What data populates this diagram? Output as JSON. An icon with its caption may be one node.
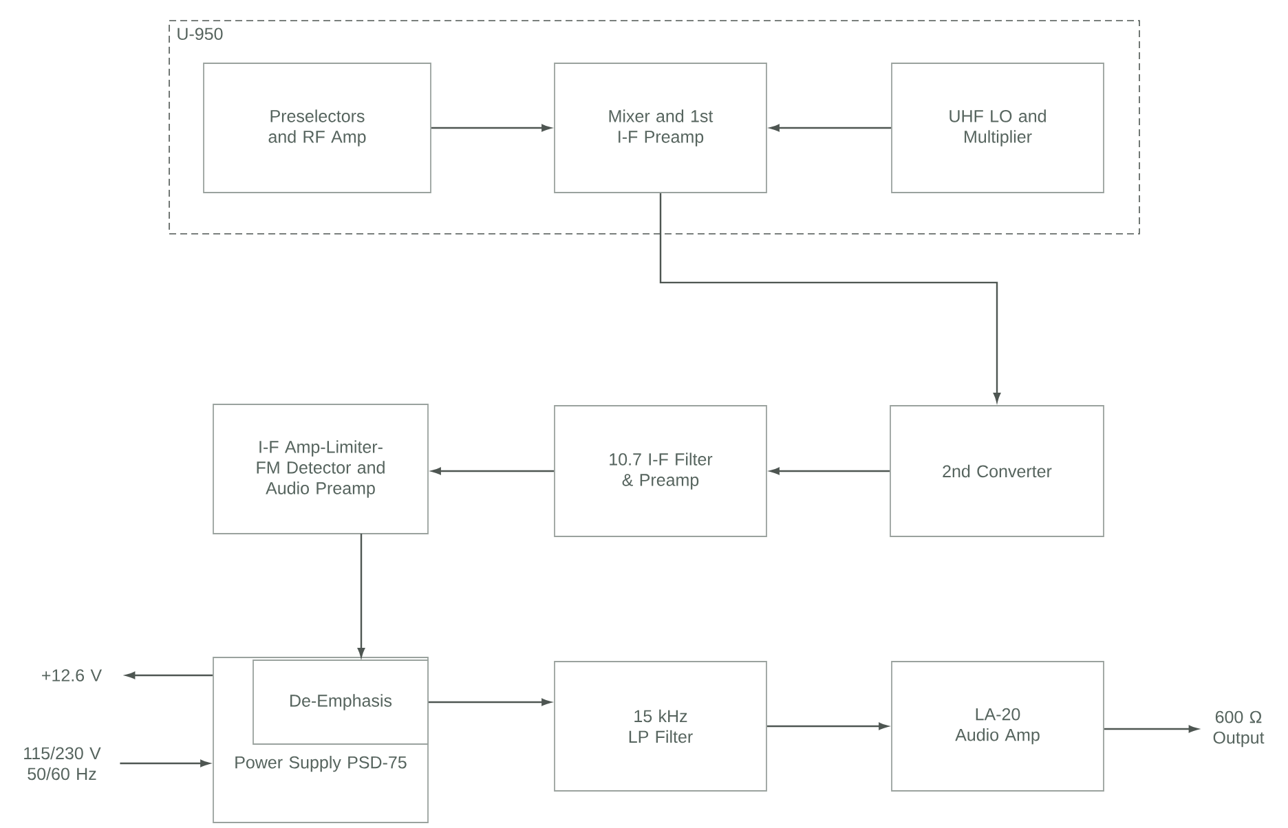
{
  "diagram": {
    "nodes": [
      {
        "text": [
          "U-950"
        ]
      },
      {
        "text": [
          "Preselectors and RF Amp"
        ],
        "in": 0
      },
      {
        "text": [
          "Mixer and 1st I-F Preamp"
        ],
        "in": 0
      },
      {
        "text": [
          "UHF LO and Multiplier"
        ],
        "in": 0
      },
      {
        "text": [
          "2nd Converter"
        ]
      },
      {
        "text": [
          "10.7 I-F Filter & Preamp"
        ]
      },
      {
        "text": [
          "I-F Amp-Limiter-FM Detector and Audio Preamp"
        ]
      },
      {
        "text": [
          "Power Supply PSD-75"
        ]
      },
      {
        "text": [
          "De-Emphasis"
        ],
        "in": 7
      },
      {
        "text": [
          "15 kHz LP Filter"
        ]
      },
      {
        "text": [
          "LA-20 Audio Amp"
        ]
      },
      {
        "text": [
          "+12.6 V"
        ]
      },
      {
        "text": [
          "115/230 V 50/60 Hz"
        ]
      },
      {
        "text": [
          "600 Ω Output"
        ]
      }
    ],
    "edges": [
      {
        "from": 1,
        "to": 2,
        "arrow": "to"
      },
      {
        "from": 3,
        "to": 2,
        "arrow": "to"
      },
      {
        "from": 2,
        "to": 4,
        "arrow": "to"
      },
      {
        "from": 4,
        "to": 5,
        "arrow": "to"
      },
      {
        "from": 5,
        "to": 6,
        "arrow": "to"
      },
      {
        "from": 6,
        "to": 8,
        "arrow": "to"
      },
      {
        "from": 8,
        "to": 9,
        "arrow": "to"
      },
      {
        "from": 9,
        "to": 10,
        "arrow": "to"
      },
      {
        "from": 10,
        "to": 13,
        "arrow": "to"
      },
      {
        "from": 7,
        "to": 11,
        "arrow": "to"
      },
      {
        "from": 12,
        "to": 7,
        "arrow": "to"
      }
    ]
  }
}
